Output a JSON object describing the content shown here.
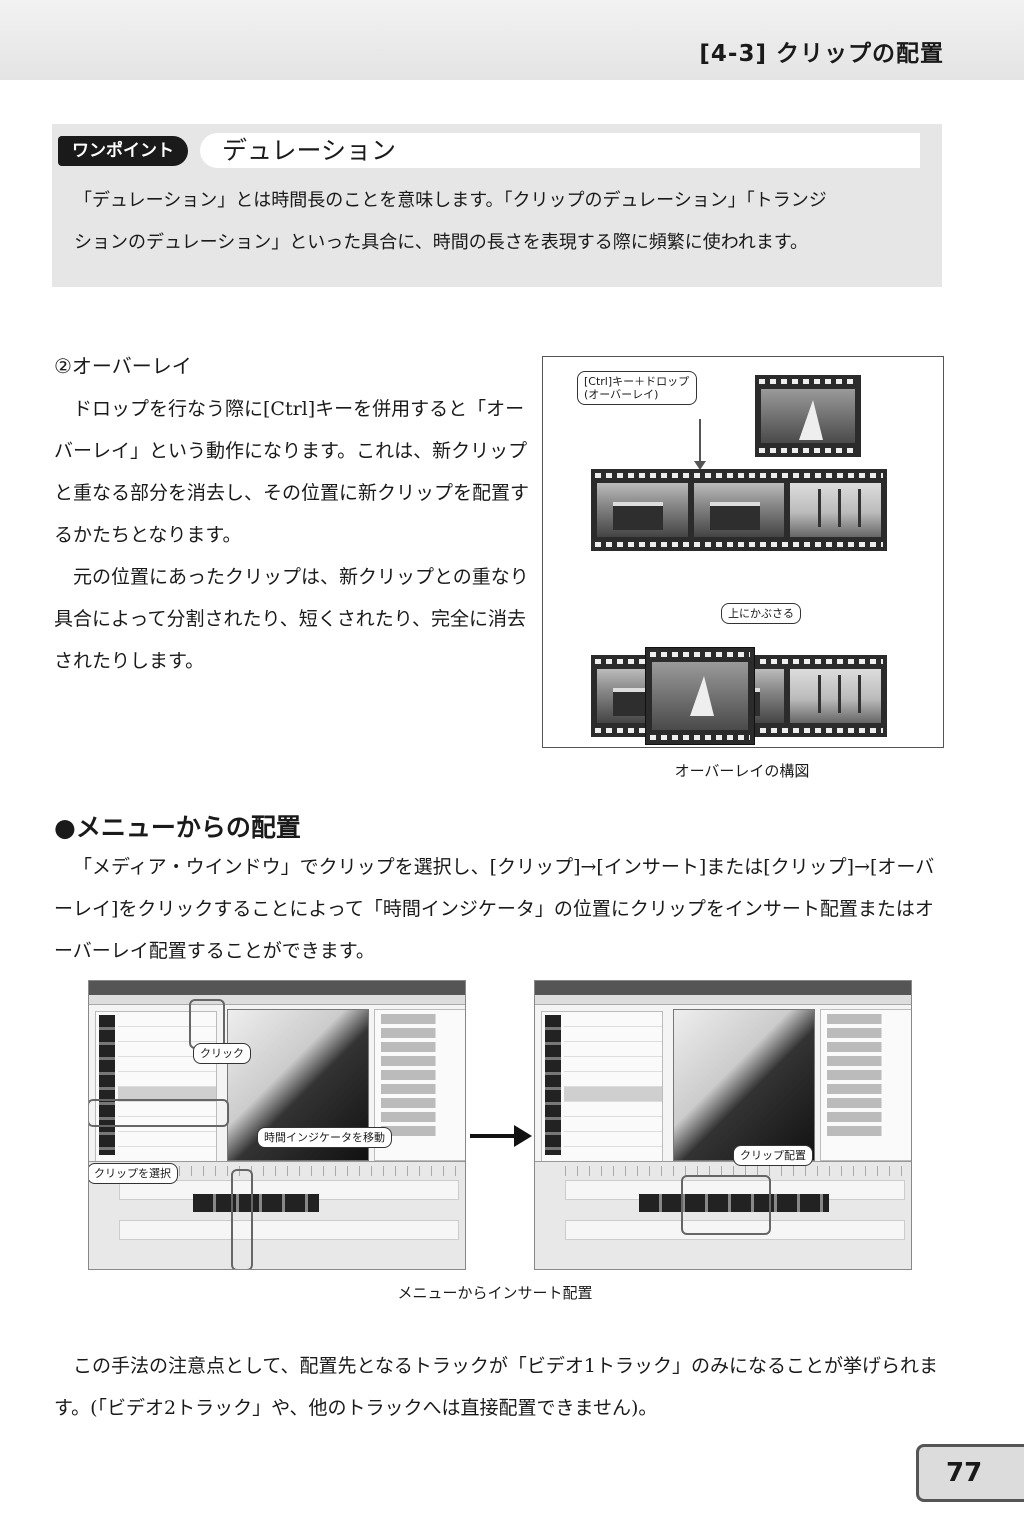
{
  "header": {
    "title": "[4-3] クリップの配置"
  },
  "onepoint": {
    "tag": "ワンポイント",
    "title": "デュレーション",
    "lines": [
      "「デュレーション」とは時間長のことを意味します。「クリップのデュレーション」「トランジ",
      "ションのデュレーション」といった具合に、時間の長さを表現する際に頻繁に使われます。"
    ]
  },
  "overlay_section": {
    "heading": "②オーバーレイ",
    "paragraphs": [
      "ドロップを行なう際に[Ctrl]キーを併用すると「オーバーレイ」という動作になります。これは、新クリップと重なる部分を消去し、その位置に新クリップを配置するかたちとなります。",
      "元の位置にあったクリップは、新クリップとの重なり具合によって分割されたり、短くされたり、完全に消去されたりします。"
    ],
    "figure": {
      "bubble_ctrl": "[Ctrl]キー＋ドロップ\n(オーバーレイ)",
      "bubble_cover": "上にかぶさる",
      "caption": "オーバーレイの構図"
    }
  },
  "menu_section": {
    "heading": "●メニューからの配置",
    "paragraph": "「メディア・ウインドウ」でクリップを選択し、[クリップ]→[インサート]または[クリップ]→[オーバーレイ]をクリックすることによって「時間インジケータ」の位置にクリップをインサート配置またはオーバーレイ配置することができます。",
    "figure": {
      "label_click": "クリック",
      "label_move": "時間インジケータを移動",
      "label_select": "クリップを選択",
      "label_place": "クリップ配置",
      "caption": "メニューからインサート配置"
    }
  },
  "note": {
    "paragraph": "この手法の注意点として、配置先となるトラックが「ビデオ1トラック」のみになることが挙げられます。(「ビデオ2トラック」や、他のトラックへは直接配置できません)。"
  },
  "page_number": "77"
}
